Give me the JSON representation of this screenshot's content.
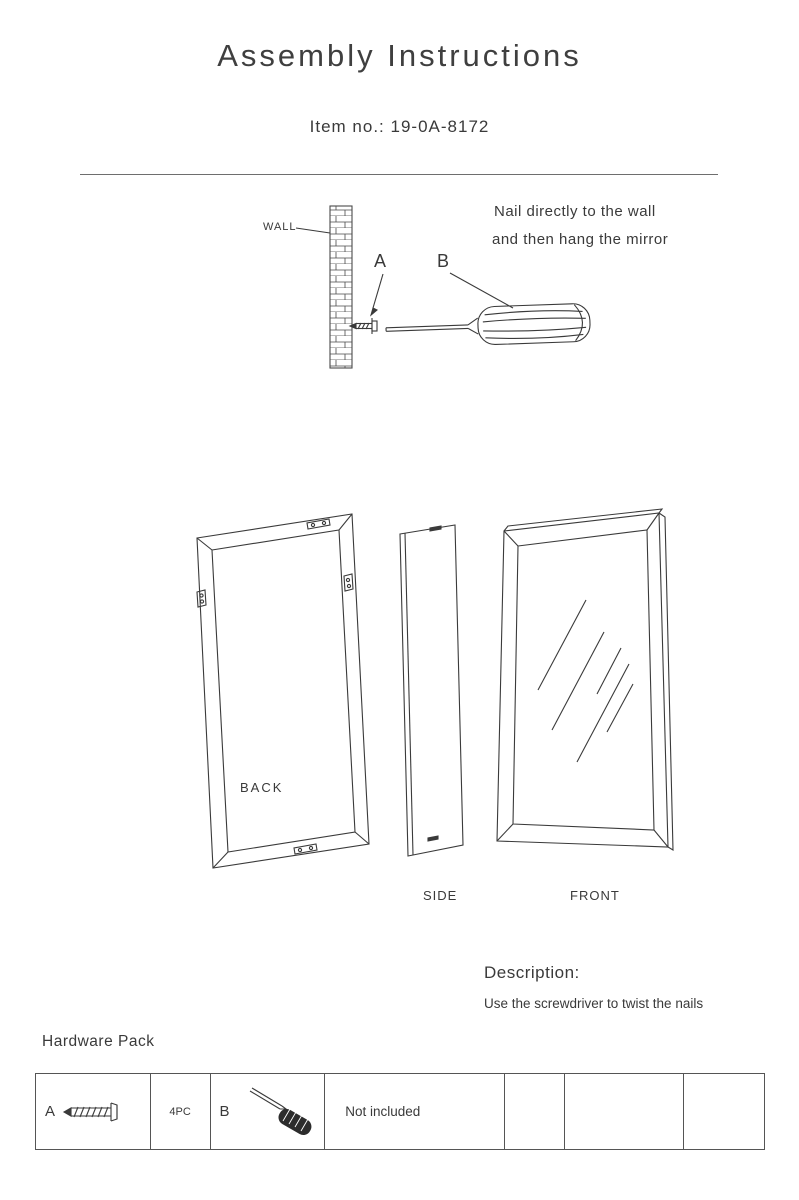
{
  "doc": {
    "title": "Assembly  Instructions",
    "item_no": "Item no.: 19-0A-8172"
  },
  "step1": {
    "wall_label": "WALL",
    "note_line1": "Nail directly to the wall",
    "note_line2": "and then hang the mirror",
    "label_a": "A",
    "label_b": "B"
  },
  "views": {
    "back_label": "BACK",
    "side_label": "SIDE",
    "front_label": "FRONT"
  },
  "description": {
    "heading": "Description:",
    "text": "Use the screwdriver to twist the nails"
  },
  "hardware": {
    "heading": "Hardware Pack",
    "row": {
      "a_label": "A",
      "a_qty": "4PC",
      "b_label": "B",
      "note": "Not included"
    }
  },
  "colors": {
    "ink": "#3a3a3a"
  }
}
